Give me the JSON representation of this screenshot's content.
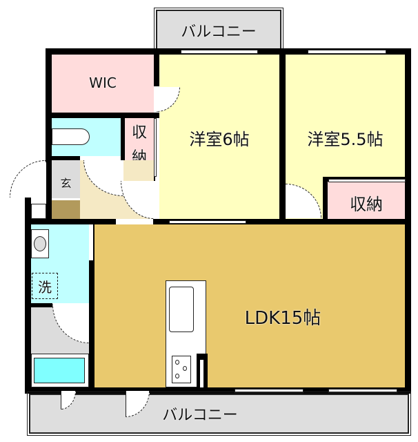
{
  "floorplan": {
    "colors": {
      "western_room": "#ffffc0",
      "storage": "#ffdcdc",
      "water_area": "#c0ffff",
      "ldk": "#e9c96e",
      "entrance": "#dcdcdc",
      "hallway": "#f5e9c4",
      "entrance_step": "#b29a5c",
      "balcony": "#dedede",
      "wall": "#000000",
      "bathtub": "#80ffff"
    },
    "rooms": {
      "balcony_top": "バルコニー",
      "wic": "WIC",
      "storage_small_line1": "収",
      "storage_small_line2": "納",
      "western_room_1": "洋室6帖",
      "western_room_2": "洋室5.5帖",
      "storage_right": "収納",
      "entrance": "玄",
      "washroom": "洗",
      "ldk": "LDK15帖",
      "balcony_bottom": "バルコニー"
    }
  }
}
